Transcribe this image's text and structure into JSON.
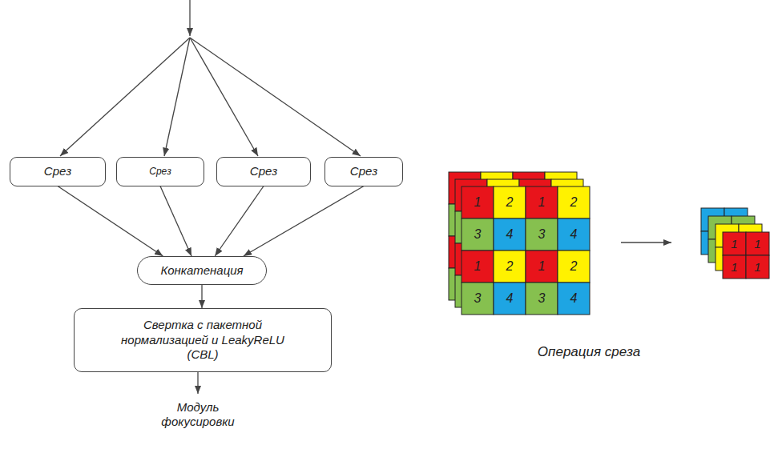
{
  "diagram": {
    "nodes": [
      {
        "text": [
          "Срез"
        ]
      },
      {
        "text": [
          "Срез"
        ]
      },
      {
        "text": [
          "Срез"
        ]
      },
      {
        "text": [
          "Срез"
        ]
      },
      {
        "text": [
          "Конкатенация"
        ]
      },
      {
        "text": [
          "Свертка с пакетной нормализацией и LeakyReLU (CBL)"
        ]
      }
    ],
    "edges": [
      {
        "from": 0,
        "to": 4,
        "arrow": "to"
      },
      {
        "from": 1,
        "to": 4,
        "arrow": "to"
      },
      {
        "from": 2,
        "to": 4,
        "arrow": "to"
      },
      {
        "from": 3,
        "to": 4,
        "arrow": "to"
      },
      {
        "from": 4,
        "to": 5,
        "arrow": "to"
      }
    ],
    "labels": [
      "Модуль фокусировки",
      "1",
      "2",
      "1",
      "2",
      "3",
      "4",
      "3",
      "4",
      "1",
      "2",
      "1",
      "2",
      "3",
      "4",
      "3",
      "4",
      "1",
      "1",
      "1",
      "1",
      "Операция среза"
    ]
  }
}
